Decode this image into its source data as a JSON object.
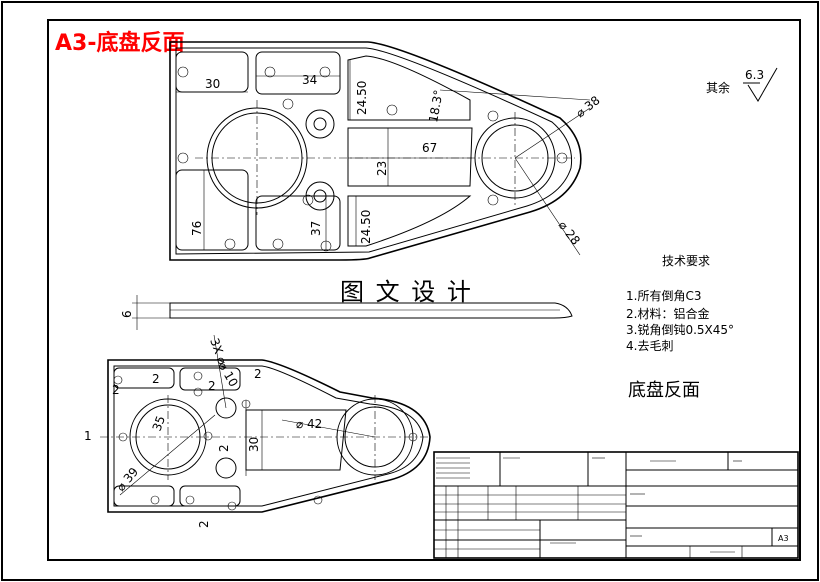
{
  "title": "A3-底盘反面",
  "watermark": "图 文 设 计",
  "roughness": {
    "prefix": "其余",
    "value": "6.3"
  },
  "tech_requirements": {
    "heading": "技术要求",
    "items": [
      "1.所有倒角C3",
      "2.材料：铝合金",
      "3.锐角倒钝0.5X45°",
      "4.去毛刺"
    ]
  },
  "part_name": "底盘反面",
  "top_view_dims": [
    "30",
    "34",
    "24.50",
    "18.3°",
    "⌀ 38",
    "67",
    "23",
    "76",
    "37",
    "24.50",
    "⌀ 28"
  ],
  "side_view_dims": [
    "6"
  ],
  "bottom_view_dims": [
    "3X ⌀",
    "⌀ 10",
    "2",
    "2",
    "2",
    "2",
    "35",
    "⌀ 42",
    "30",
    "2",
    "⌀ 39",
    "1",
    "2"
  ],
  "title_block": {
    "scale": "A3"
  }
}
